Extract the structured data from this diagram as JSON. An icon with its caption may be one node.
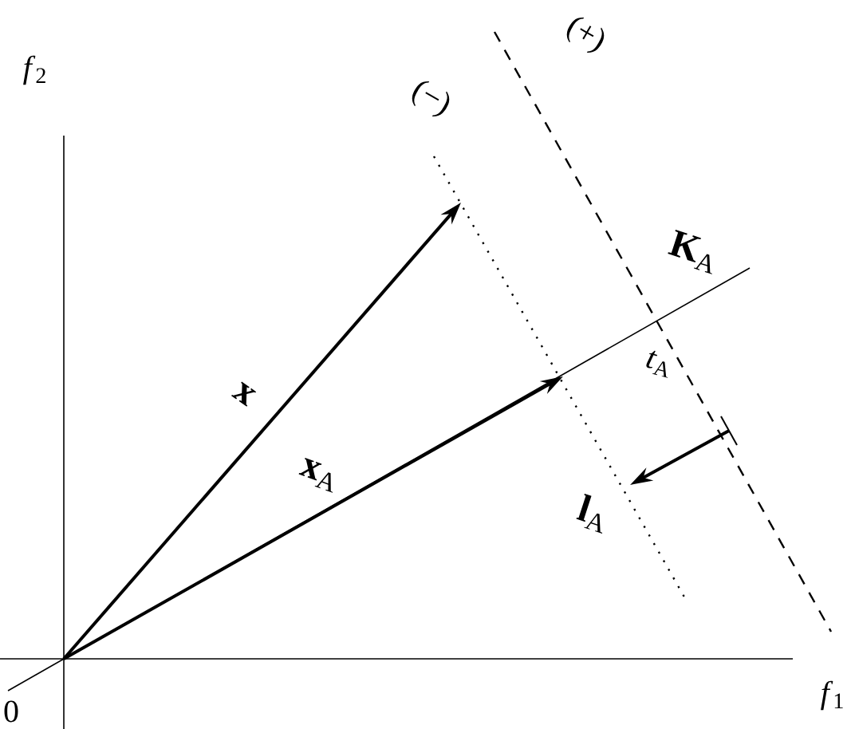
{
  "diagram": {
    "labels": [
      "*f*$_{2}$",
      "(−)",
      "(+)",
      "**K**$_{A}$",
      "x",
      "**x**$_{A}$",
      "*t*$_{A}$",
      "**l**$_{A}$",
      "0",
      "*f*$_{1}$"
    ]
  }
}
